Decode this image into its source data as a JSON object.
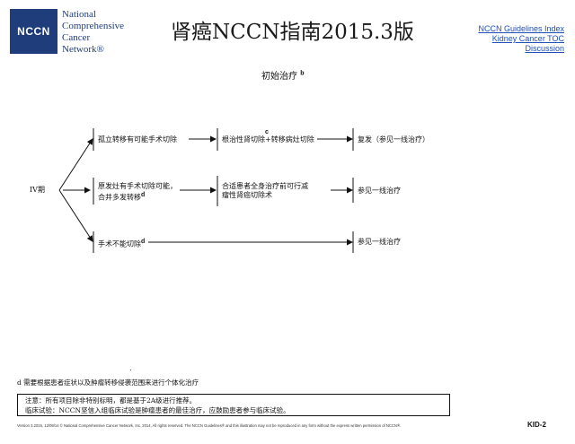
{
  "header": {
    "logo_abbr": "NCCN",
    "org_lines": [
      "National",
      "Comprehensive",
      "Cancer",
      "Network®"
    ],
    "title": "肾癌NCCN指南2015.3版",
    "links": [
      "NCCN Guidelines Index",
      "Kidney Cancer TOC",
      "Discussion"
    ]
  },
  "section": {
    "heading": "初始治疗",
    "heading_sup": "b"
  },
  "flow": {
    "stage": "IV期",
    "row1": {
      "condition": "孤立转移有可能手术切除",
      "treatment": "根治性肾切除+转移病灶切除",
      "treatment_sup": "c",
      "outcome": "复发（参见一线治疗）"
    },
    "row2": {
      "condition_line1": "原发灶有手术切除可能，",
      "condition_line2": "合并多发转移",
      "condition_sup": "d",
      "treatment_line1": "合适患者全身治疗前可行减",
      "treatment_line2": "瘤性肾癌切除术",
      "outcome": "参见一线治疗"
    },
    "row3": {
      "condition": "手术不能切除",
      "condition_sup": "d",
      "outcome": "参见一线治疗"
    }
  },
  "footnote": "d 需要根据患者症状以及肿瘤转移侵袭范围来进行个体化治疗",
  "note": {
    "line1": "注意：所有项目除非特别标明，都是基于2A级进行推荐。",
    "line2": "临床试验：NCCN坚信入组临床试验是肿瘤患者的最佳治疗，应鼓励患者参与临床试验。"
  },
  "version_text": "Version 3.2015, 12/09/14 © National Comprehensive Cancer Network, Inc. 2014, All rights reserved. The NCCN Guidelines® and this illustration may not be reproduced in any form without the express written permission of NCCN®.",
  "page_id": "KID-2"
}
